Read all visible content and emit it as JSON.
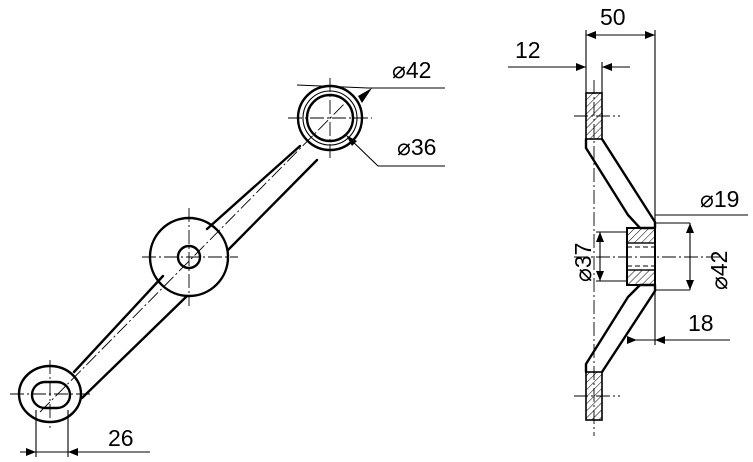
{
  "drawing": {
    "dimensions": {
      "d42_top": "⌀42",
      "d36": "⌀36",
      "w26": "26",
      "w50": "50",
      "w12": "12",
      "d19": "⌀19",
      "d37": "⌀37",
      "d42_side": "⌀42",
      "w18": "18"
    }
  }
}
